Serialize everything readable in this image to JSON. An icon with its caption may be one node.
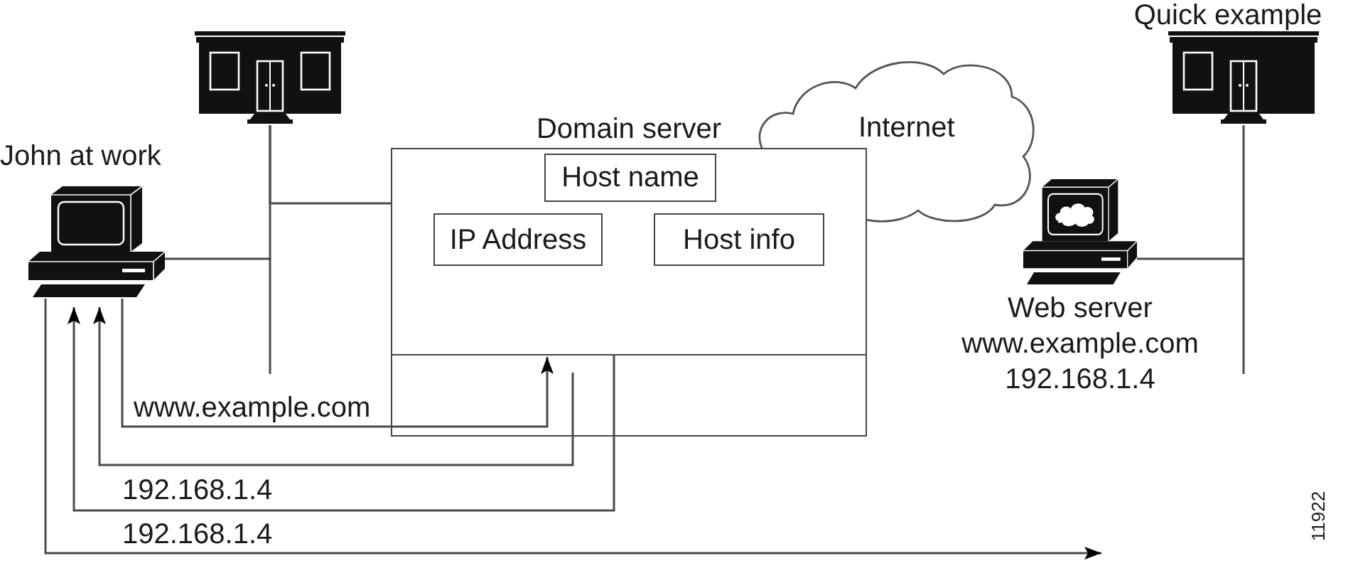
{
  "diagram": {
    "nodes": [
      {
        "text": [
          "John at work"
        ]
      },
      {
        "text": [],
        "shape": "building"
      },
      {
        "text": [
          "Domain server"
        ]
      },
      {
        "text": [
          "Host name"
        ],
        "in": 2
      },
      {
        "text": [
          "IP Address"
        ],
        "in": 2
      },
      {
        "text": [
          "Host info"
        ],
        "in": 2
      },
      {
        "text": [],
        "shape": "box",
        "in": 2
      },
      {
        "text": [
          "Internet"
        ]
      },
      {
        "text": [
          "Quick example"
        ]
      },
      {
        "text": [
          "Web server",
          "www.example.com",
          "192.168.1.4"
        ]
      }
    ],
    "edges": [
      {
        "from": 1,
        "to": 0,
        "arrow": "none"
      },
      {
        "from": 1,
        "to": 2,
        "arrow": "none"
      },
      {
        "from": 8,
        "to": 9,
        "arrow": "none"
      },
      {
        "from": 0,
        "to": 6,
        "arrow": "to",
        "label": "www.example.com"
      },
      {
        "from": 6,
        "to": 0,
        "arrow": "to"
      },
      {
        "from": 6,
        "to": 0,
        "arrow": "to",
        "label": "192.168.1.4"
      },
      {
        "from": 0,
        "to": null,
        "arrow": "to",
        "label": "192.168.1.4"
      }
    ],
    "labels": [
      "11922"
    ]
  }
}
